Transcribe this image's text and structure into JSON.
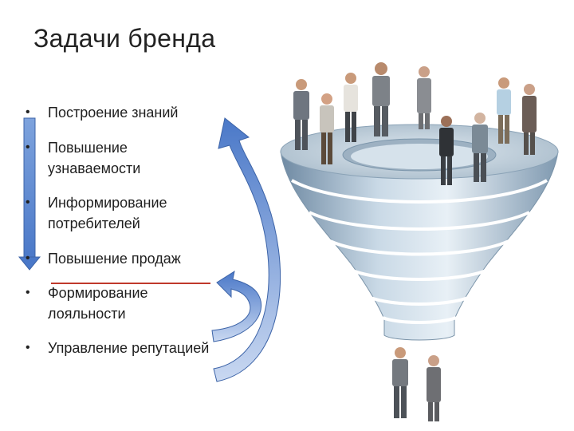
{
  "title": "Задачи бренда",
  "bullets": [
    "Построение знаний",
    "Повышение узнаваемости",
    "Информирование потребителей",
    "Повышение продаж",
    "Формирование лояльности",
    "Управление репутацией"
  ],
  "colors": {
    "arrow_blue": "#4a78c8",
    "funnel": "#9fb6c9",
    "accent_line": "#c0392b"
  }
}
